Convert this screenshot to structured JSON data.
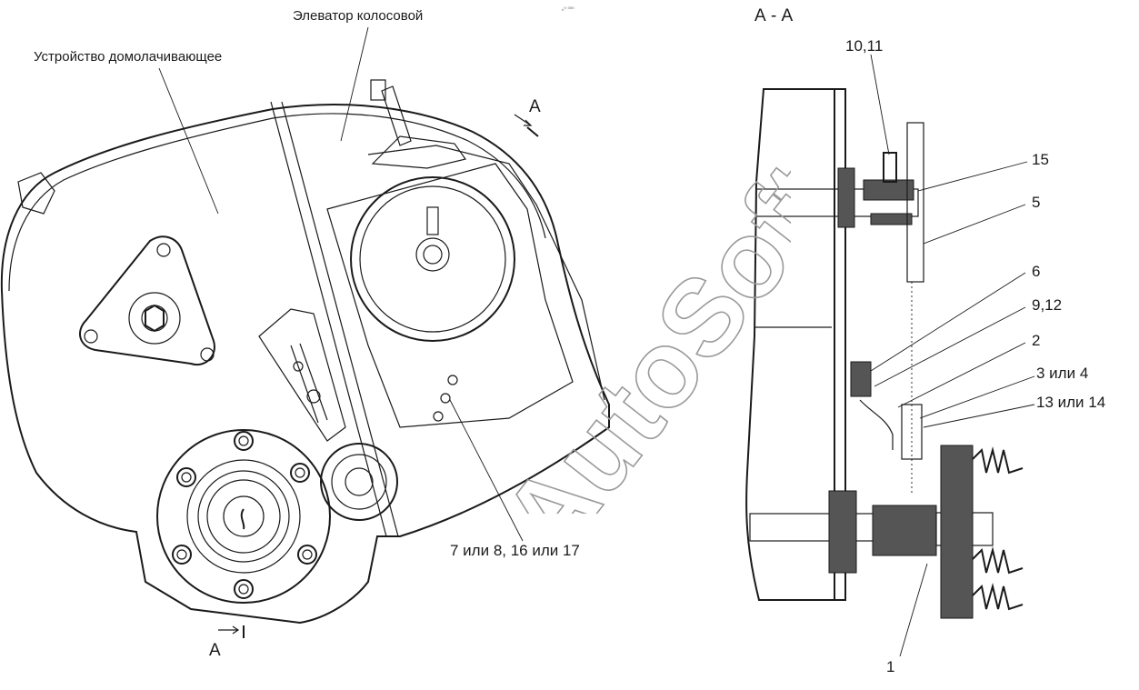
{
  "labels": {
    "elevator": "Элеватор колосовой",
    "threshing_unit": "Устройство домолачивающее",
    "section_title": "А - А",
    "cut_a_top": "А",
    "cut_a_bottom": "А",
    "tiny_mark": "ₙ⁰ ⁰⁰⁰",
    "callout_bottom_left": "7 или 8, 16 или 17"
  },
  "callouts": {
    "c10_11": "10,11",
    "c15": "15",
    "c5": "5",
    "c6": "6",
    "c9_12": "9,12",
    "c2": "2",
    "c3_4": "3 или 4",
    "c13_14": "13 или 14",
    "c1": "1"
  },
  "watermark": "AutoSoft"
}
